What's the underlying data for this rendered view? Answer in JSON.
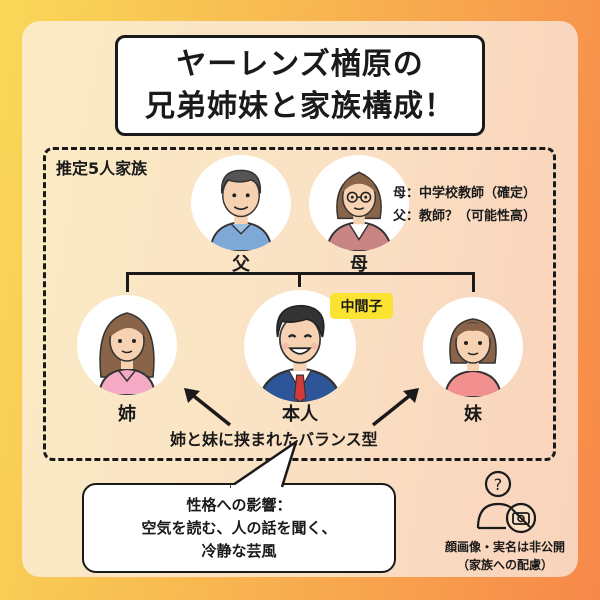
{
  "title": {
    "line1": "ヤーレンズ楢原の",
    "line2": "兄弟姉妹と家族構成！"
  },
  "family_box": {
    "label": "推定5人家族"
  },
  "members": {
    "father": {
      "label": "父"
    },
    "mother": {
      "label": "母"
    },
    "elder_sister": {
      "label": "姉"
    },
    "self": {
      "label": "本人",
      "badge": "中間子"
    },
    "younger_sister": {
      "label": "妹"
    }
  },
  "occupation_notes": {
    "mother": "母：中学校教師（確定）",
    "father": "父：教師？（可能性高）"
  },
  "balance_caption": "姉と妹に挟まれたバランス型",
  "personality_bubble": {
    "line1": "性格への影響：",
    "line2": "空気を読む、人の話を聞く、",
    "line3": "冷静な芸風"
  },
  "privacy": {
    "icon": "anonymous-person-no-camera-icon",
    "line1": "顔画像・実名は非公開",
    "line2": "（家族への配慮）"
  },
  "colors": {
    "bg_start": "#F9D858",
    "bg_end": "#F7884A",
    "card_start": "#FBEBC4",
    "card_end": "#F9D6BE",
    "badge": "#FBE331",
    "ink": "#1a1a1a"
  }
}
